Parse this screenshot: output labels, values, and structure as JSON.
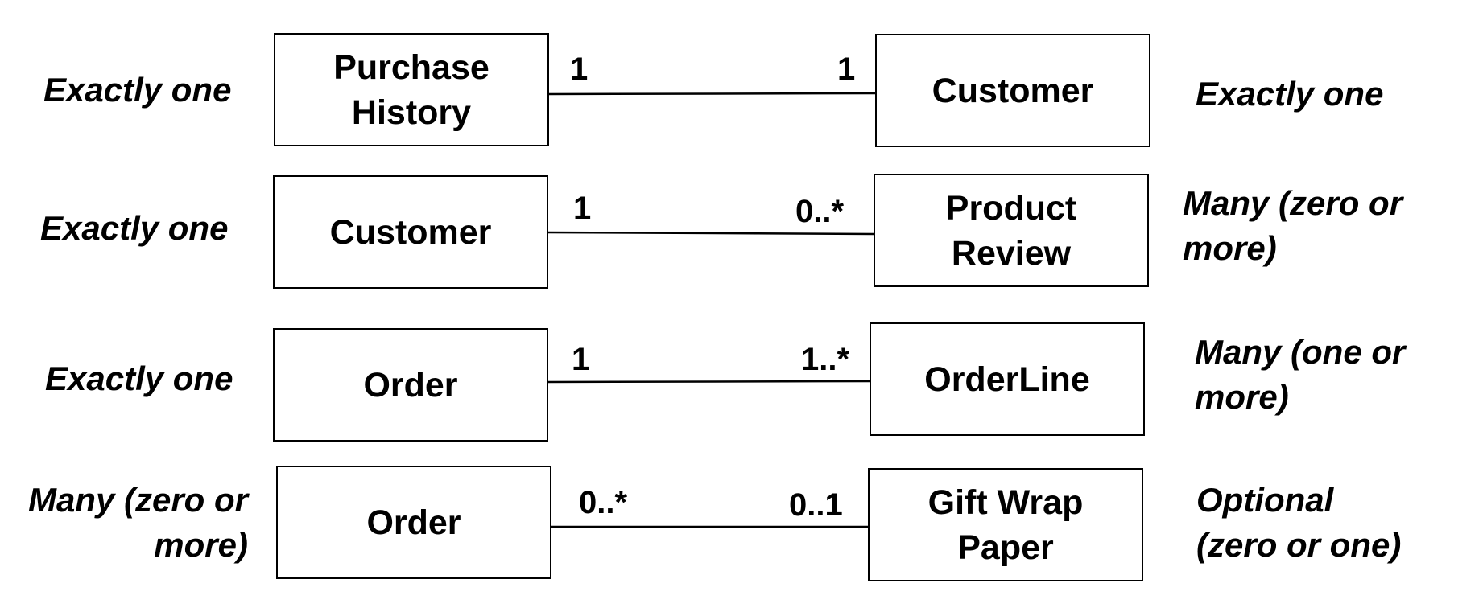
{
  "associations": [
    {
      "left_note": "Exactly one",
      "left_class": "Purchase\nHistory",
      "left_mult": "1",
      "right_mult": "1",
      "right_class": "Customer",
      "right_note": "Exactly one"
    },
    {
      "left_note": "Exactly one",
      "left_class": "Customer",
      "left_mult": "1",
      "right_mult": "0..*",
      "right_class": "Product\nReview",
      "right_note": "Many (zero or\nmore)"
    },
    {
      "left_note": "Exactly one",
      "left_class": "Order",
      "left_mult": "1",
      "right_mult": "1..*",
      "right_class": "OrderLine",
      "right_note": "Many (one or\nmore)"
    },
    {
      "left_note": "Many (zero or\nmore)",
      "left_class": "Order",
      "left_mult": "0..*",
      "right_mult": "0..1",
      "right_class": "Gift Wrap\nPaper",
      "right_note": "Optional\n(zero or one)"
    }
  ]
}
